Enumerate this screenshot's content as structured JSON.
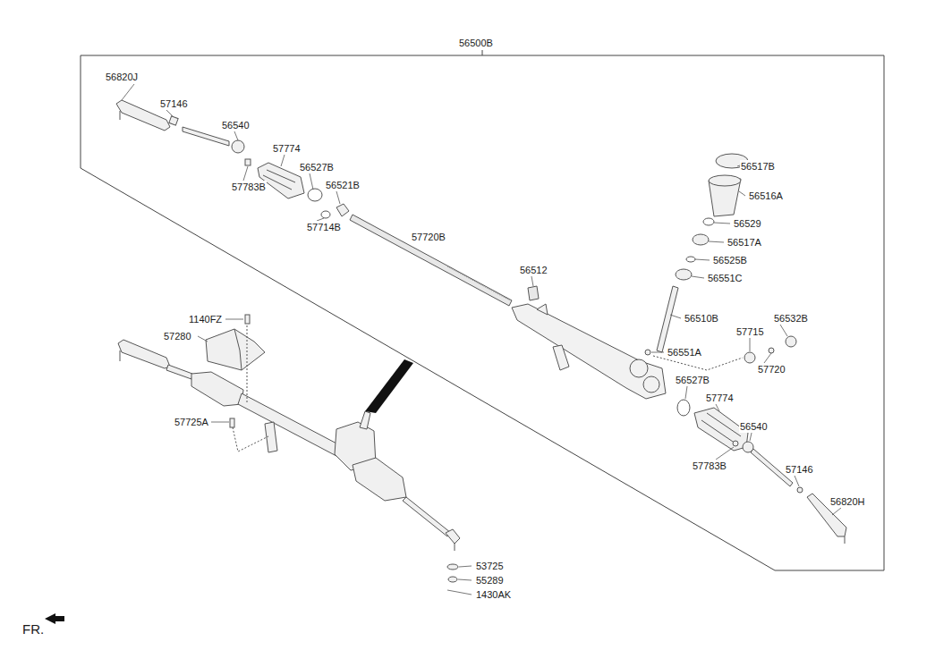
{
  "diagram": {
    "labels": [
      "56500B",
      "56820J",
      "57146",
      "56540",
      "57774",
      "56527B",
      "56521B",
      "57783B",
      "57714B",
      "57720B",
      "56517B",
      "56516A",
      "56529",
      "56517A",
      "56525B",
      "56551C",
      "56512",
      "56510B",
      "1140FZ",
      "57280",
      "56532B",
      "57715",
      "56551A",
      "57720",
      "56527B",
      "57774",
      "57725A",
      "56540",
      "57783B",
      "57146",
      "56820H",
      "53725",
      "55289",
      "1430AK",
      "FR."
    ]
  }
}
